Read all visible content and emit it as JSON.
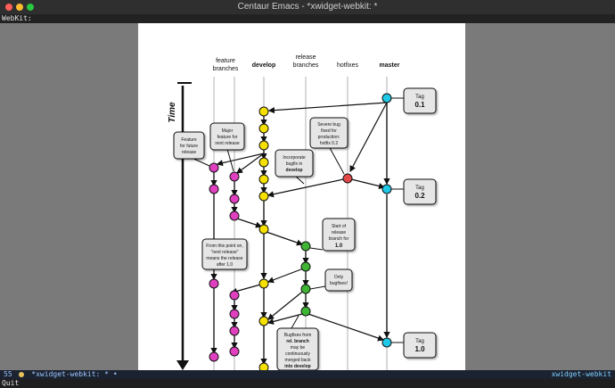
{
  "window": {
    "title": "Centaur Emacs - *xwidget-webkit: *"
  },
  "header": {
    "text": "WebKit:"
  },
  "diagram": {
    "time_label": "Time",
    "columns": [
      {
        "id": "feature",
        "label": "feature branches"
      },
      {
        "id": "develop",
        "label": "develop"
      },
      {
        "id": "release",
        "label": "release branches"
      },
      {
        "id": "hotfixes",
        "label": "hotfixes"
      },
      {
        "id": "master",
        "label": "master"
      }
    ],
    "labels": {
      "feature_line1": "feature",
      "feature_line2": "branches",
      "develop": "develop",
      "release_line1": "release",
      "release_line2": "branches",
      "hotfixes": "hotfixes",
      "master": "master"
    },
    "tags": {
      "t01_a": "Tag",
      "t01_b": "0.1",
      "t02_a": "Tag",
      "t02_b": "0.2",
      "t10_a": "Tag",
      "t10_b": "1.0"
    },
    "notes": {
      "future_1": "Feature",
      "future_2": "for future",
      "future_3": "release",
      "major_1": "Major",
      "major_2": "feature for",
      "major_3": "next release",
      "severe_1": "Severe bug",
      "severe_2": "fixed for",
      "severe_3": "production:",
      "severe_4": "hotfix 0.2",
      "incorp_1": "Incorporate",
      "incorp_2": "bugfix in",
      "incorp_3": "develop",
      "start_1": "Start of",
      "start_2": "release",
      "start_3": "branch for",
      "start_4": "1.0",
      "point_1": "From this point on,",
      "point_2": "\"next release\"",
      "point_3": "means the release",
      "point_4": "after 1.0",
      "only_1": "Only",
      "only_2": "bugfixes!",
      "bugfix_1": "Bugfixes from",
      "bugfix_2": "rel. branch",
      "bugfix_3": "may be",
      "bugfix_4": "continuously",
      "bugfix_5": "merged back",
      "bugfix_6": "into develop"
    },
    "colors": {
      "feature": "#e040c0",
      "develop": "#f5e000",
      "release": "#3fb534",
      "hotfix": "#e24a4a",
      "master": "#1ec8e6"
    }
  },
  "modeline": {
    "line_number": "55",
    "buffer": "*xwidget-webkit: *",
    "mode": "xwidget-webkit"
  },
  "minibuffer": {
    "text": "Quit"
  }
}
